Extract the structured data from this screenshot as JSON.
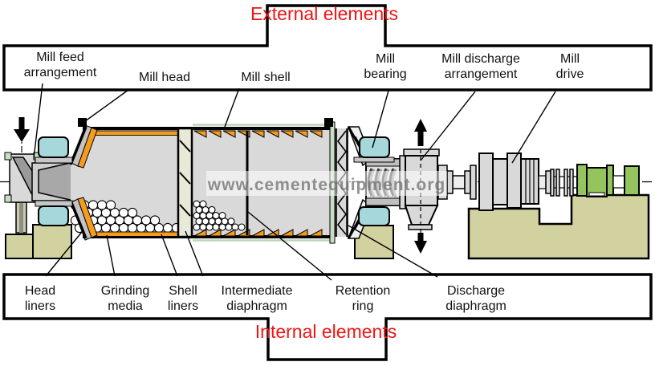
{
  "tabs": {
    "top": {
      "line1": "External",
      "line2": "elements"
    },
    "bottom": {
      "line1": "Internal",
      "line2": "elements"
    }
  },
  "labels": {
    "top": [
      {
        "line1": "Mill feed",
        "line2": "arrangement"
      },
      {
        "line1": "Mill head"
      },
      {
        "line1": "Mill shell"
      },
      {
        "line1": "Mill",
        "line2": "bearing"
      },
      {
        "line1": "Mill discharge",
        "line2": "arrangement"
      },
      {
        "line1": "Mill",
        "line2": "drive"
      }
    ],
    "bottom": [
      {
        "line1": "Head",
        "line2": "liners"
      },
      {
        "line1": "Grinding",
        "line2": "media"
      },
      {
        "line1": "Shell",
        "line2": "liners"
      },
      {
        "line1": "Intermediate",
        "line2": "diaphragm"
      },
      {
        "line1": "Retention",
        "line2": "ring"
      },
      {
        "line1": "Discharge",
        "line2": "diaphragm"
      }
    ]
  },
  "watermark": {
    "text": "www.cementequipment.org"
  },
  "colors": {
    "label_red": "#F01414",
    "liner_orange": "#F59C1F",
    "bearing_cyan": "#A5D7DB",
    "pedestal_khaki": "#D2D2A0",
    "motor_green": "#95C45E",
    "shell_gray": "#D9D9D9",
    "diaphragm_beige": "#E9E9D8",
    "flange_green": "#C9DCC5"
  }
}
